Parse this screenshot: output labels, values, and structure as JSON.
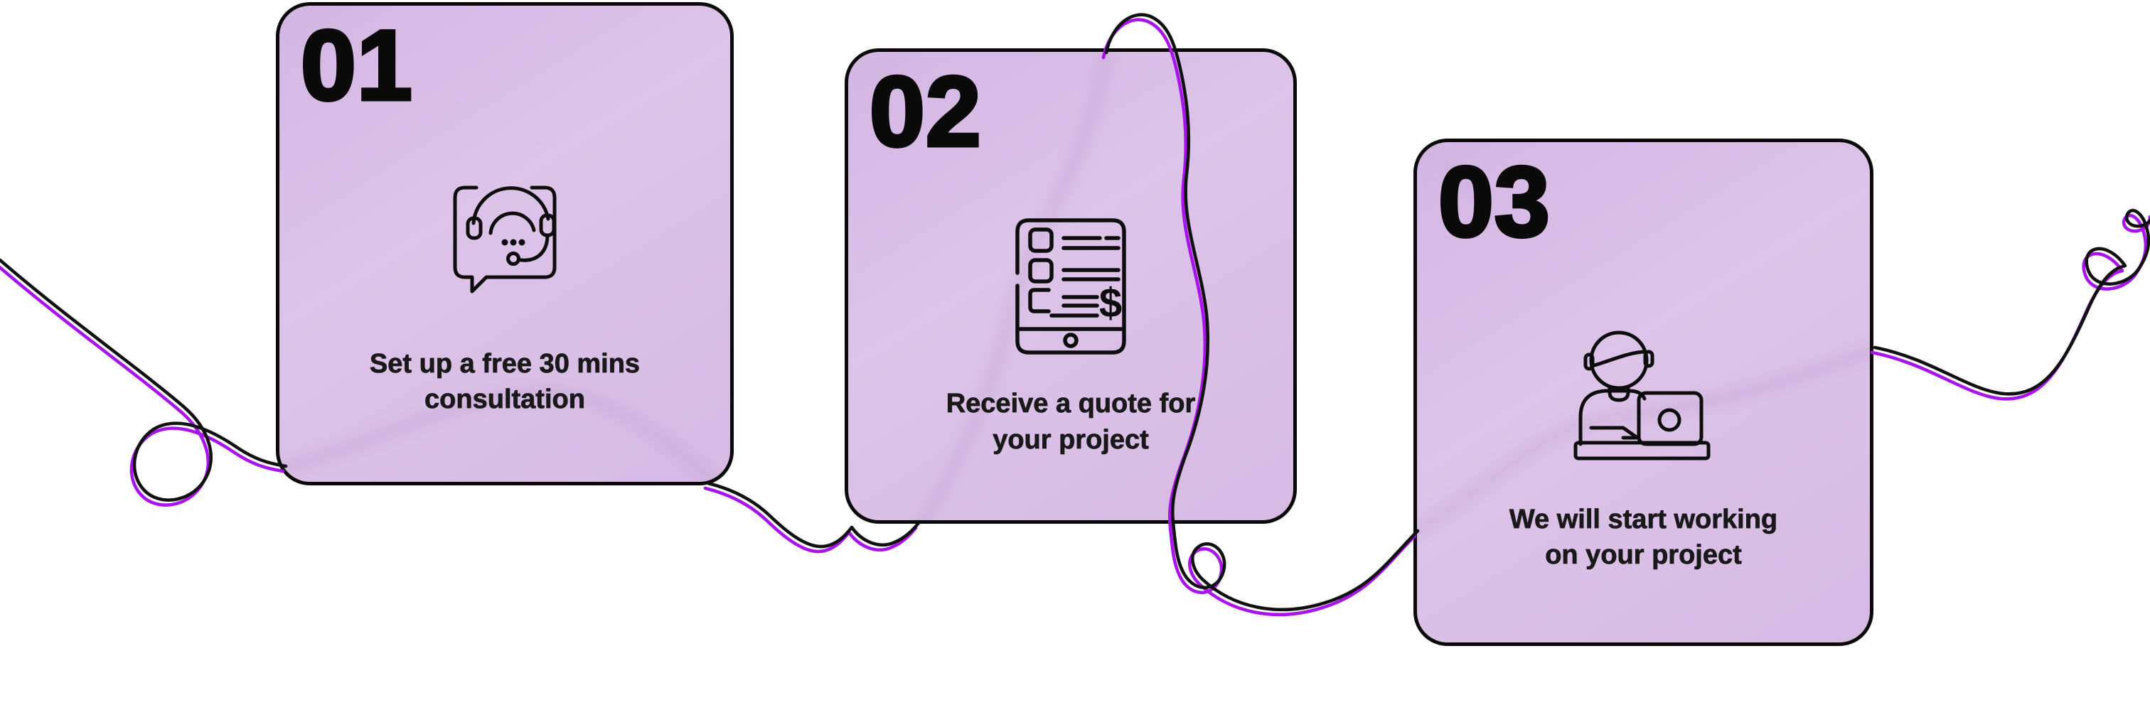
{
  "title": "Three step process infographic",
  "colors": {
    "background": "#ffffff",
    "card_bg": "#d6b9e3",
    "card_border": "#0a0a0a",
    "line_black": "#111111",
    "line_magenta": "#a913ec",
    "line_shadow": "#6a4b7c",
    "text": "#191919"
  },
  "steps": [
    {
      "number": "01",
      "icon": "headset-chat-icon",
      "caption": "Set up a free 30 mins\nconsultation"
    },
    {
      "number": "02",
      "icon": "quote-invoice-icon",
      "caption": "Receive a quote for\nyour project"
    },
    {
      "number": "03",
      "icon": "person-working-laptop-icon",
      "caption": "We will start working\non your project"
    }
  ]
}
